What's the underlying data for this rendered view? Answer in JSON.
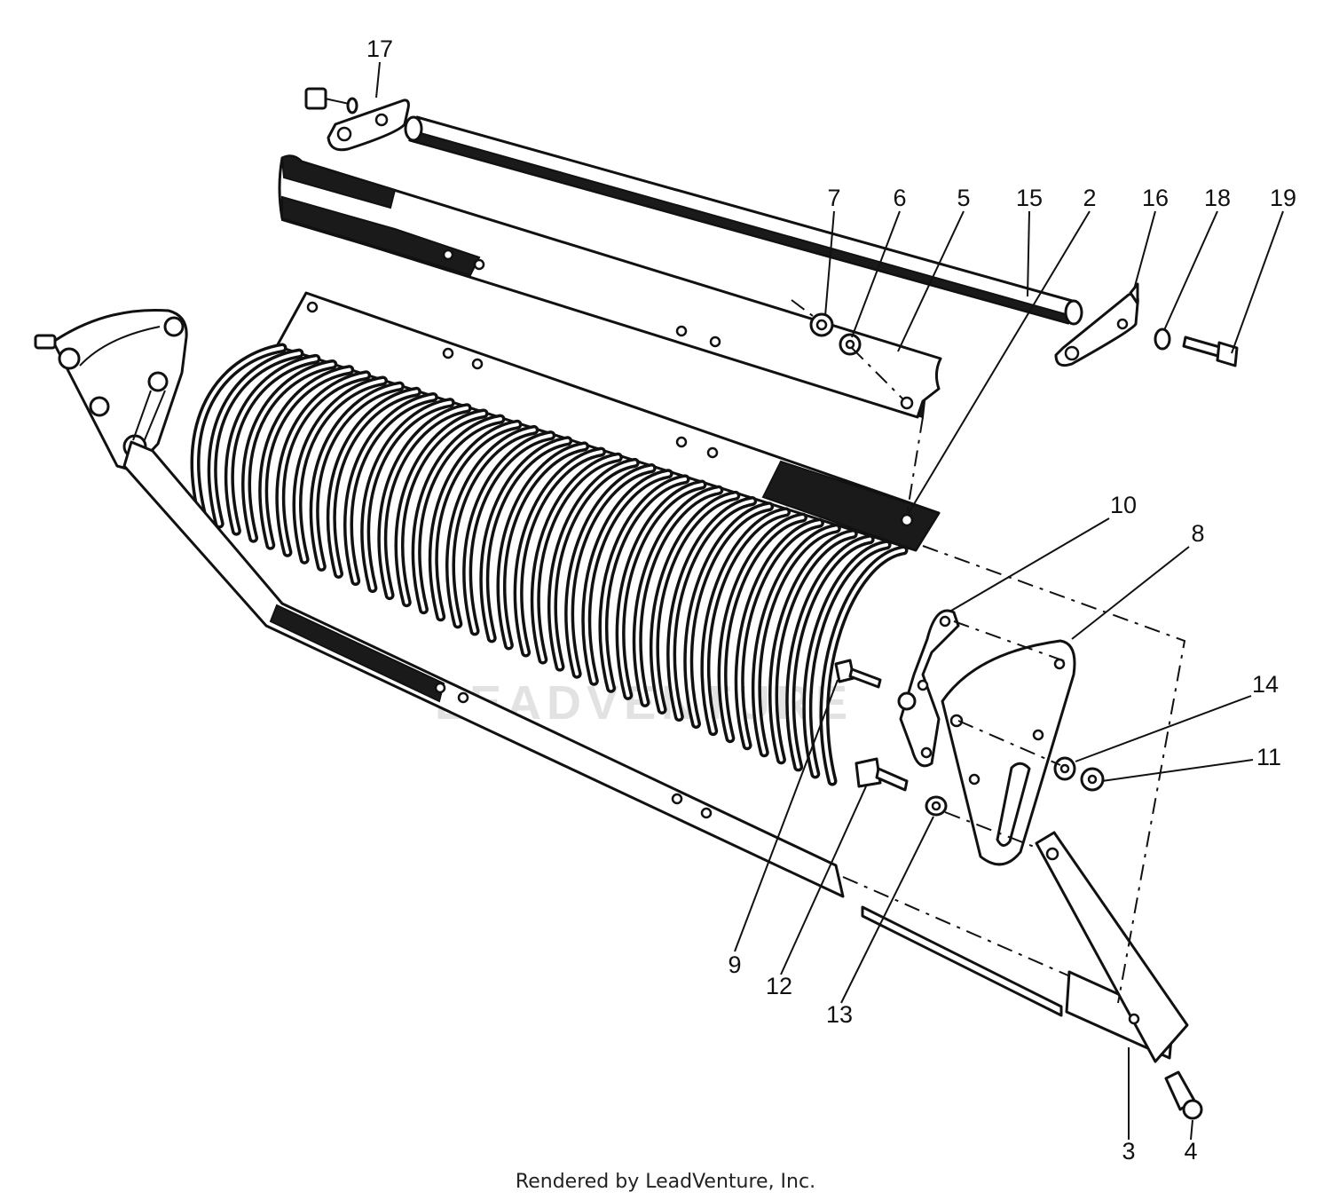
{
  "diagram": {
    "footer": "Rendered by LeadVenture, Inc.",
    "watermark": "LEADVENTURE",
    "callouts": [
      "17",
      "7",
      "6",
      "5",
      "15",
      "2",
      "16",
      "18",
      "19",
      "10",
      "8",
      "14",
      "11",
      "9",
      "12",
      "13",
      "3",
      "4"
    ]
  }
}
